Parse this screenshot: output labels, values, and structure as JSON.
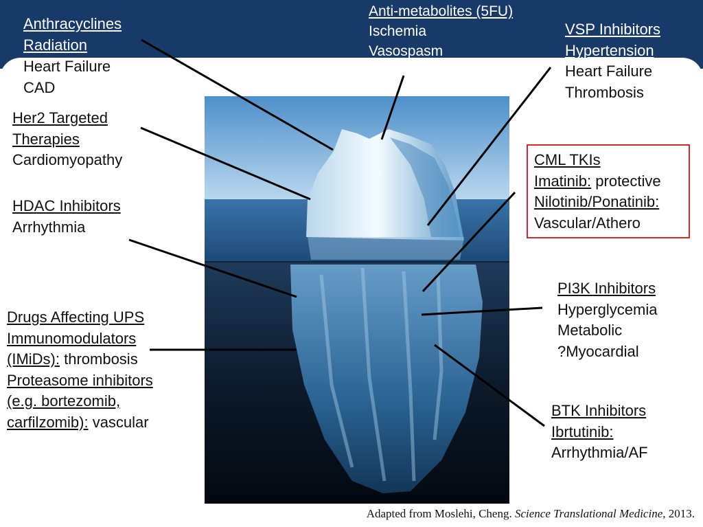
{
  "labels": {
    "anthracyclines": {
      "title1": "Anthracyclines",
      "title2": "Radiation",
      "line1": "Heart Failure",
      "line2": "CAD"
    },
    "antimetabolites": {
      "title": "Anti-metabolites (5FU)",
      "line1": "Ischemia",
      "line2": "Vasospasm"
    },
    "vsp": {
      "title1": "VSP Inhibitors",
      "title2": "Hypertension",
      "line1": "Heart Failure",
      "line2": "Thrombosis"
    },
    "her2": {
      "title1": "Her2 Targeted",
      "title2": "Therapies",
      "line1": "Cardiomyopathy"
    },
    "cml": {
      "title": "CML TKIs",
      "imatinib": "Imatinib:",
      "imatinib_effect": " protective",
      "nilotinib": "Nilotinib/Ponatinib:",
      "line1": "Vascular/Athero"
    },
    "hdac": {
      "title": "HDAC Inhibitors",
      "line1": "Arrhythmia"
    },
    "pi3k": {
      "title": "PI3K Inhibitors",
      "line1": "Hyperglycemia",
      "line2": "Metabolic",
      "line3": "?Myocardial"
    },
    "ups": {
      "title": "Drugs Affecting UPS",
      "imids1": "Immunomodulators",
      "imids2": "(IMiDs):",
      "imids_effect": " thrombosis",
      "prot1": "Proteasome inhibitors",
      "prot2": "(e.g. bortezomib,",
      "prot3": "carfilzomib):",
      "prot_effect": " vascular"
    },
    "btk": {
      "title": "BTK Inhibitors",
      "ibrutinib": "Ibrtutinib:",
      "line1": "Arrhythmia/AF"
    }
  },
  "citation": {
    "prefix": "Adapted from Moslehi, Cheng. ",
    "journal": "Science Translational Medicine",
    "suffix": ", 2013."
  },
  "colors": {
    "banner": "#173a68",
    "cml_border": "#d62a2a",
    "leader": "#000000"
  }
}
